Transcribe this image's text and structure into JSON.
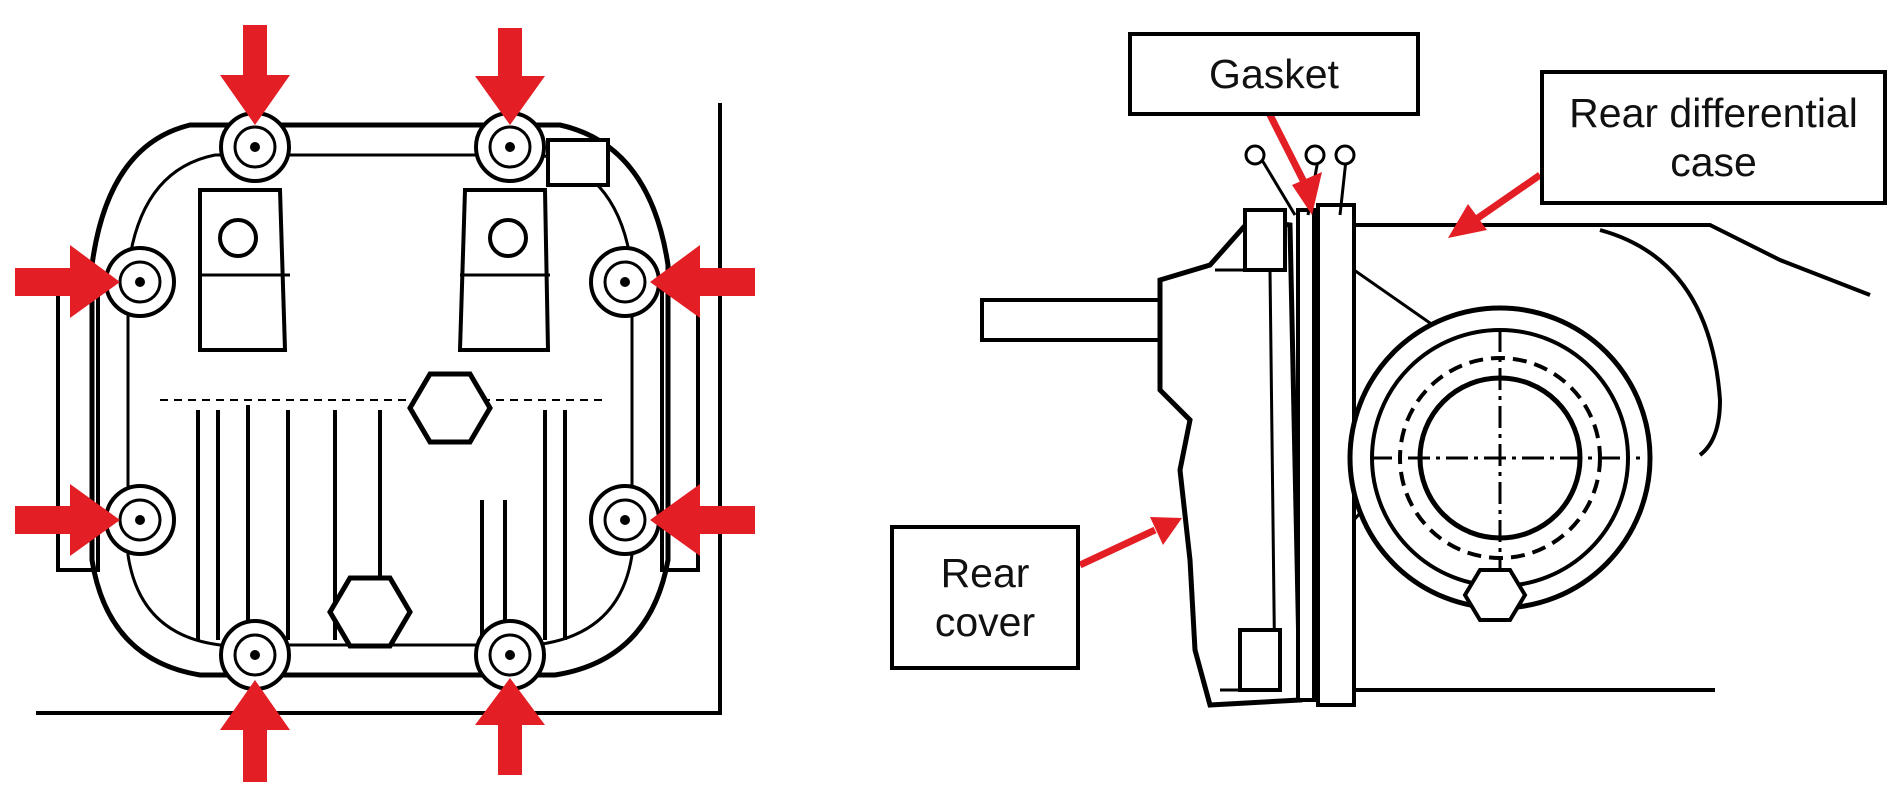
{
  "labels": {
    "gasket": "Gasket",
    "rear_diff_case_line1": "Rear differential",
    "rear_diff_case_line2": "case",
    "rear_cover_line1": "Rear",
    "rear_cover_line2": "cover"
  },
  "colors": {
    "arrow": "#e31e24",
    "line": "#000000",
    "background": "#ffffff"
  }
}
